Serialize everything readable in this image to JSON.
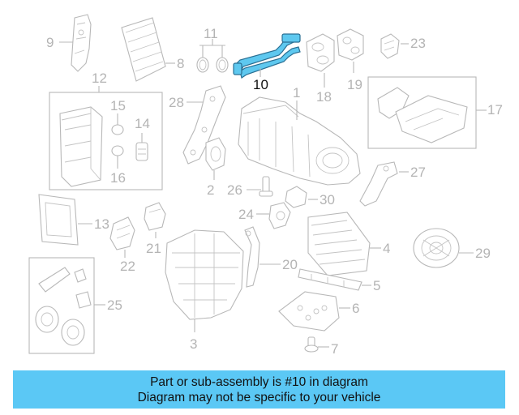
{
  "diagram": {
    "highlighted_part": "10",
    "callouts": [
      "9",
      "11",
      "8",
      "10",
      "23",
      "19",
      "18",
      "12",
      "15",
      "14",
      "16",
      "28",
      "1",
      "2",
      "17",
      "26",
      "27",
      "30",
      "13",
      "24",
      "21",
      "22",
      "4",
      "29",
      "20",
      "25",
      "5",
      "6",
      "3",
      "7"
    ]
  },
  "banner": {
    "line1": "Part or sub-assembly is #10 in diagram",
    "line2": "Diagram may not be specific to your vehicle"
  },
  "colors": {
    "banner_bg": "#5bc8f5",
    "highlight": "#5ec8ef",
    "linework": "#b8b8b8"
  }
}
